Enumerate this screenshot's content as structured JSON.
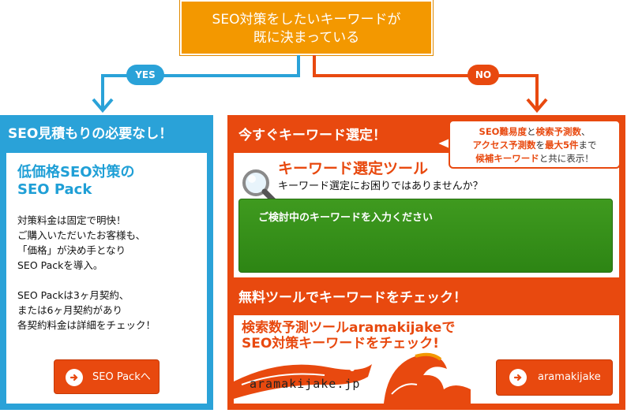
{
  "question": {
    "line1": "SEO対策をしたいキーワードが",
    "line2": "既に決まっている"
  },
  "branches": {
    "yes_label": "YES",
    "no_label": "NO"
  },
  "left_panel": {
    "header": "SEO見積もりの必要なし！",
    "title_line1": "低価格SEO対策の",
    "title_line2": "SEO Pack",
    "description": [
      "対策料金は固定で明快！",
      "ご購入いただいたお客様も、",
      "「価格」が決め手となり",
      "SEO Packを導入。",
      "",
      "SEO Packは3ヶ月契約、",
      "または6ヶ月契約があり",
      "各契約料金は詳細をチェック！"
    ],
    "button_label": "SEO Packへ"
  },
  "right_panel": {
    "header": "今すぐキーワード選定！",
    "callout": {
      "part1": "SEO難易度",
      "part2": "と",
      "part3": "検索予測数",
      "part4": "、",
      "part5": "アクセス予測数",
      "part6": "を",
      "part7": "最大5件",
      "part8": "まで",
      "part9": "候補キーワード",
      "part10": "と共に表示！"
    },
    "tool_title": "キーワード選定ツール",
    "tool_subtitle": "キーワード選定にお困りではありませんか？",
    "input_placeholder": "ご検討中のキーワードを入力ください",
    "free_tool_header": "無料ツールでキーワードをチェック！",
    "promo_line1": "検索数予測ツールaramakijakeで",
    "promo_line2": "SEO対策キーワードをチェック!",
    "logo_text": "aramakijake.jp",
    "button_label": "aramakijake"
  },
  "colors": {
    "orange": "#f39800",
    "blue": "#2aa2d8",
    "red_orange": "#e8490f",
    "green": "#3f9a1f"
  },
  "icons": [
    "arrow-right-icon",
    "magnifier-icon",
    "fish-icon",
    "wave-icon"
  ]
}
